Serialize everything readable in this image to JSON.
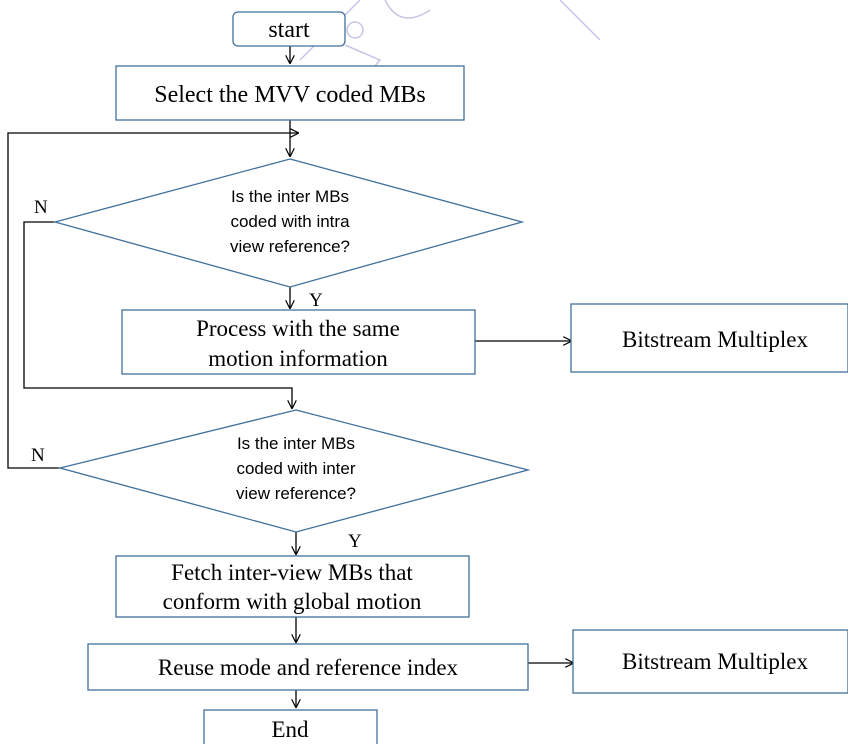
{
  "colors": {
    "box_border": "#41719c",
    "watermark": "#c9c4e6",
    "arrow": "#000000"
  },
  "nodes": {
    "start": "start",
    "select": "Select the MVV coded MBs",
    "decision1": [
      "Is the inter MBs",
      "coded with intra",
      "view reference?"
    ],
    "process1": [
      "Process with the same",
      "motion information"
    ],
    "bitstream1": "Bitstream Multiplex",
    "decision2": [
      "Is the inter MBs",
      "coded with inter",
      "view reference?"
    ],
    "fetch": [
      "Fetch inter-view MBs that",
      "conform with global motion"
    ],
    "reuse": "Reuse mode and reference index",
    "bitstream2": "Bitstream Multiplex",
    "end": "End"
  },
  "labels": {
    "n1": "N",
    "y1": "Y",
    "n2": "N",
    "y2": "Y"
  }
}
